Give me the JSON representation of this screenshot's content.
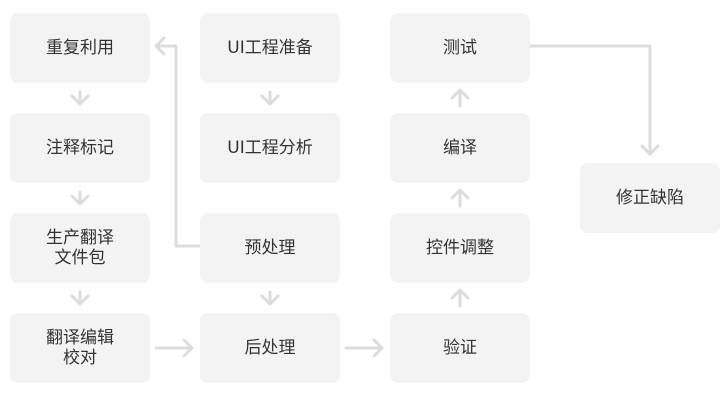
{
  "nodes": {
    "reuse": "重复利用",
    "annotate": "注释标记",
    "generate_package": "生产翻译\n文件包",
    "translate_proofread": "翻译编辑\n校对",
    "ui_prep": "UI工程准备",
    "ui_analysis": "UI工程分析",
    "preprocess": "预处理",
    "postprocess": "后处理",
    "test": "测试",
    "compile": "编译",
    "control_adjust": "控件调整",
    "verify": "验证",
    "fix_defects": "修正缺陷"
  },
  "colors": {
    "node_fill": "#f3f3f3",
    "node_text": "#333333",
    "connector": "#dcdcdc"
  }
}
